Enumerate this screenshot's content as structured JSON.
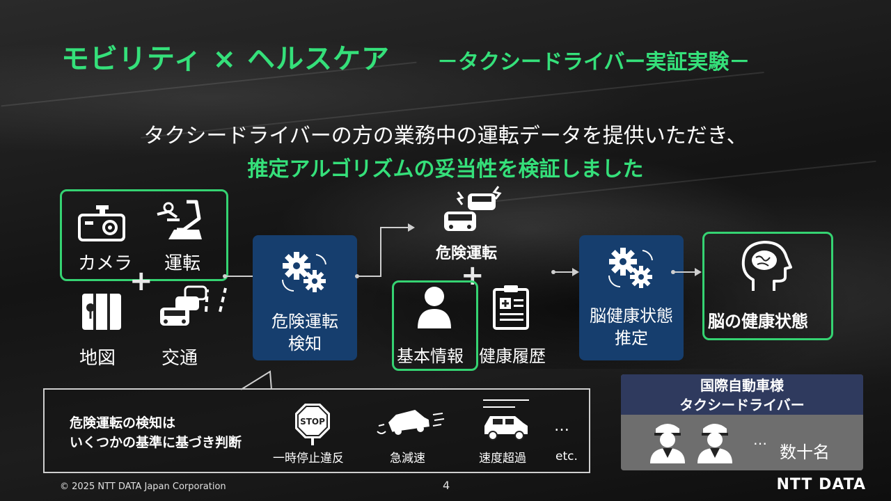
{
  "slide": {
    "title": "モビリティ × ヘルスケア",
    "subtitle": "－タクシードライバー実証実験－",
    "lead_line1": "タクシードライバーの方の業務中の運転データを提供いただき、",
    "lead_line2": "推定アルゴリズムの妥当性を検証しました"
  },
  "inputs": {
    "camera": "カメラ",
    "driving": "運転",
    "map": "地図",
    "traffic": "交通"
  },
  "process": {
    "detect_line1": "危険運転",
    "detect_line2": "検知",
    "danger_label": "危険運転",
    "basic_info": "基本情報",
    "health_history": "健康履歴",
    "estimate_line1": "脳健康状態",
    "estimate_line2": "推定",
    "output": "脳の健康状態"
  },
  "callout": {
    "line1": "危険運転の検知は",
    "line2": "いくつかの基準に基づき判断",
    "criteria": [
      "一時停止違反",
      "急減速",
      "速度超過",
      "etc."
    ],
    "stop_sign": "STOP",
    "ellipsis": "…"
  },
  "panel": {
    "head_line1": "国際自動車様",
    "head_line2": "タクシードライバー",
    "count": "数十名",
    "ellipsis": "…"
  },
  "footer": {
    "copyright": "© 2025 NTT DATA Japan Corporation",
    "page_number": "4",
    "logo": "NTT DATA"
  },
  "colors": {
    "accent_green": "#35e07a",
    "box_blue": "#163e6e",
    "panel_head": "#2f3a5e"
  }
}
